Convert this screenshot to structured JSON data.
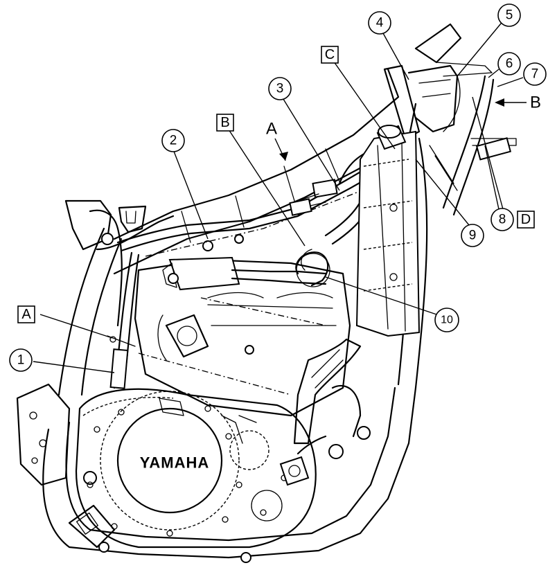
{
  "engine_logo": "YAMAHA",
  "callouts": [
    "1",
    "2",
    "3",
    "4",
    "5",
    "6",
    "7",
    "8",
    "9",
    "10"
  ],
  "boxed_labels": [
    "A",
    "B",
    "C",
    "D"
  ],
  "view_arrows": [
    "A",
    "B"
  ]
}
